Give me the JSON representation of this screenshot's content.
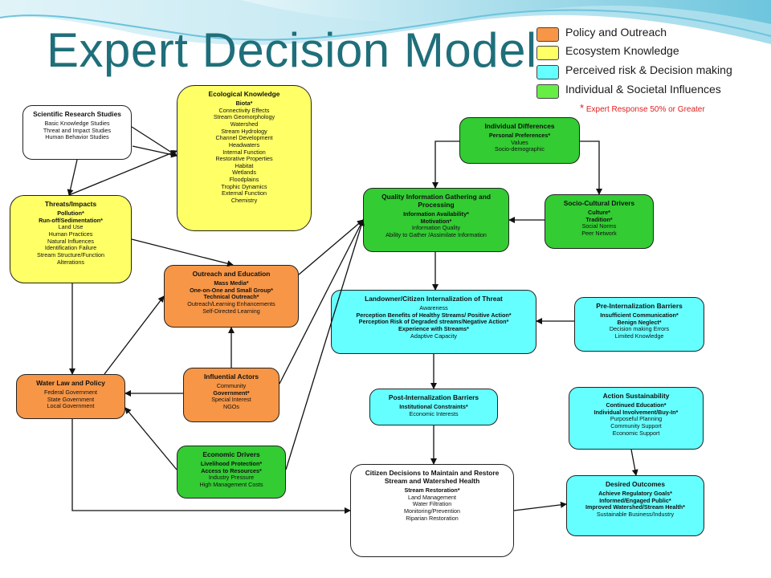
{
  "title": "Expert Decision Model",
  "legend": [
    {
      "label": "Policy and Outreach",
      "color": "#f79646"
    },
    {
      "label": "Ecosystem Knowledge",
      "color": "#ffff66"
    },
    {
      "label": "Perceived risk & Decision making",
      "color": "#66ffff"
    },
    {
      "label": "Individual & Societal Influences",
      "color": "#66ee44"
    }
  ],
  "footnote": "* Expert Response 50% or Greater",
  "nodes": {
    "scientific": {
      "title": "Scientific Research Studies",
      "lines": [
        "Basic Knowledge Studies",
        "Threat and Impact Studies",
        "Human Behavior Studies"
      ]
    },
    "ecological": {
      "title": "Ecological Knowledge",
      "lines": [
        "Biota*",
        "Connectivity Effects",
        "Stream Geomorphology",
        "Watershed",
        "Stream Hydrology",
        "Channel Development",
        "Headwaters",
        "Internal Function",
        "Restorative Properties",
        "Habitat",
        "Wetlands",
        "Floodplains",
        "Trophic Dynamics",
        "External Function",
        "Chemistry"
      ]
    },
    "threats": {
      "title": "Threats/Impacts",
      "lines": [
        "Pollution*",
        "Run-off/Sedimentation*",
        "Land Use",
        "Human Practices",
        "Natural Influences",
        "Identification Failure",
        "Stream Structure/Function",
        "Alterations"
      ]
    },
    "outreach": {
      "title": "Outreach and Education",
      "lines": [
        "Mass Media*",
        "One-on-One and Small Group*",
        "Technical Outreach*",
        "Outreach/Learning Enhancements",
        "Self-Directed Learning"
      ]
    },
    "influential": {
      "title": "Influential Actors",
      "lines": [
        "Community",
        "Government*",
        "Special Interest",
        "NGOs"
      ]
    },
    "economic": {
      "title": "Economic Drivers",
      "lines": [
        "Livelihood Protection*",
        "Access to Resources*",
        "Industry Pressure",
        "High Management Costs"
      ]
    },
    "water_law": {
      "title": "Water Law and Policy",
      "lines": [
        "Federal Government",
        "State Government",
        "Local Government"
      ]
    },
    "individual": {
      "title": "Individual Differences",
      "lines": [
        "Personal Preferences*",
        "Values",
        "Socio-demographic"
      ]
    },
    "quality": {
      "title": "Quality Information Gathering and Processing",
      "lines": [
        "Information Availability*",
        "Motivation*",
        "Information Quality",
        "Ability to Gather /Assimilate Information"
      ]
    },
    "socio": {
      "title": "Socio-Cultural Drivers",
      "lines": [
        "Culture*",
        "Tradition*",
        "Social Norms",
        "Peer Network"
      ]
    },
    "landowner": {
      "title": "Landowner/Citizen Internalization of Threat",
      "lines": [
        "Awareness",
        "Perception Benefits of Healthy Streams/ Positive Action*",
        "Perception Risk of Degraded streams/Negative Action*",
        "Experience with Streams*",
        "Adaptive Capacity"
      ]
    },
    "pre_barriers": {
      "title": "Pre-Internalization Barriers",
      "lines": [
        "Insufficient Communication*",
        "Benign Neglect*",
        "Decision making Errors",
        "Limited Knowledge"
      ]
    },
    "post_barriers": {
      "title": "Post-Internalization Barriers",
      "lines": [
        "Institutional Constraints*",
        "Economic Interests"
      ]
    },
    "action": {
      "title": "Action Sustainability",
      "lines": [
        "Continued Education*",
        "Individual Involvement/Buy-In*",
        "Purposeful Planning",
        "Community Support",
        "Economic Support"
      ]
    },
    "citizen": {
      "title": "Citizen Decisions to Maintain and Restore Stream and Watershed Health",
      "lines": [
        "Stream Restoration*",
        "Land Management",
        "Water Filtration",
        "Monitoring/Prevention",
        "Riparian Restoration"
      ]
    },
    "desired": {
      "title": "Desired Outcomes",
      "lines": [
        "Achieve Regulatory Goals*",
        "Informed/Engaged Public*",
        "Improved Watershed/Stream Health*",
        "Sustainable Business/Industry"
      ]
    }
  }
}
